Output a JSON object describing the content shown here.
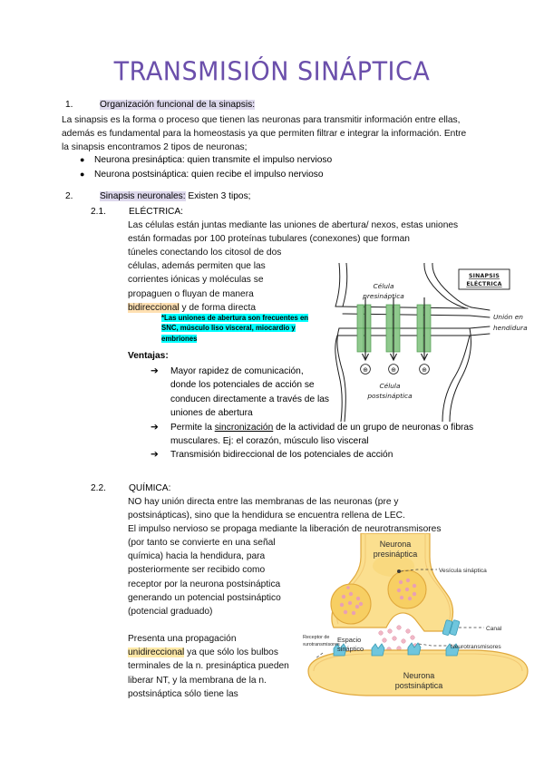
{
  "document": {
    "title": "TRANSMISIÓN SINÁPTICA",
    "title_color": "#6b4fab"
  },
  "section1": {
    "number": "1.",
    "heading": "Organización funcional de la sinapsis:",
    "paragraph": "La sinapsis es la forma o proceso que tienen las neuronas para transmitir información entre ellas, además es fundamental para la homeostasis ya que permiten filtrar e integrar la información. Entre la sinapsis encontramos 2 tipos de neuronas;",
    "bullets": [
      "Neurona presináptica: quien transmite el impulso nervioso",
      "Neurona postsináptica: quien recibe el impulso nervioso"
    ]
  },
  "section2": {
    "number": "2.",
    "heading": "Sinapsis neuronales:",
    "heading_tail": " Existen 3 tipos;",
    "sub1": {
      "number": "2.1.",
      "title": "ELÉCTRICA:",
      "para_a": "Las células están juntas mediante las uniones de abertura/ nexos, estas uniones están formadas por 100 proteínas tubulares (conexones) que forman",
      "para_b": "túneles conectando los citosol de dos células, además permiten que las corrientes iónicas y moléculas se propaguen o fluyan de manera ",
      "highlight_word": "bidireccional",
      "para_b_tail": " y de forma directa",
      "note": "*Las uniones de abertura son frecuentes en SNC, músculo liso visceral, miocardio y embriones",
      "ventajas_label": "Ventajas:",
      "ventajas": [
        {
          "pre": "Mayor rapidez de comunicación, donde los potenciales de acción se conducen directamente a través de las uniones de abertura"
        },
        {
          "pre": "Permite la ",
          "underline": "sincronización",
          "post": " de la actividad de un grupo de neuronas o fibras musculares. Ej: el corazón, músculo liso visceral"
        },
        {
          "pre": "Transmisión bidireccional de los potenciales de acción"
        }
      ]
    },
    "sub2": {
      "number": "2.2.",
      "title": "QUÍMICA:",
      "para_a": "NO hay unión directa entre las membranas de las neuronas (pre y postsinápticas), sino que la hendidura se encuentra rellena de LEC.",
      "para_b": "El impulso nervioso se propaga mediante la liberación de neurotransmisores",
      "para_c": "(por tanto se convierte en una señal química) hacia la hendidura, para posteriormente ser recibido como receptor por la neurona postsináptica generando un potencial postsináptico (potencial graduado)",
      "para_d_pre": "Presenta una propagación ",
      "highlight_word": "unidireccional",
      "para_d_tail": " ya que sólo los bulbos terminales de la n. presináptica pueden liberar NT, y la membrana de la n. postsináptica sólo tiene las"
    }
  },
  "diagram_electric": {
    "box_line1": "SINAPSIS",
    "box_line2": "ELÉCTRICA",
    "label_pre_line1": "Célula",
    "label_pre_line2": "presináptica",
    "label_post_line1": "Célula",
    "label_post_line2": "postsináptica",
    "label_gap_line1": "Unión en",
    "label_gap_line2": "hendidura",
    "charge_symbol": "⊕",
    "channel_color": "#8fc98d",
    "channel_count": 3
  },
  "diagram_chemical": {
    "label_presynaptic_line1": "Neurona",
    "label_presynaptic_line2": "presináptica",
    "label_postsynaptic_line1": "Neurona",
    "label_postsynaptic_line2": "postsináptica",
    "label_vesicle": "Vesícula sináptica",
    "label_channel": "Canal",
    "label_neurotransmitters": "Neurotransmisores",
    "label_space_line1": "Espacio",
    "label_space_line2": "sináptico",
    "label_receptor_line1": "Receptor de",
    "label_receptor_line2": "neurotransmisores",
    "neuron_fill": "#fbdf8f",
    "vesicle_fill": "#f7cf63",
    "channel_fill": "#6fc6dd",
    "nt_color": "#e9a0b4"
  }
}
